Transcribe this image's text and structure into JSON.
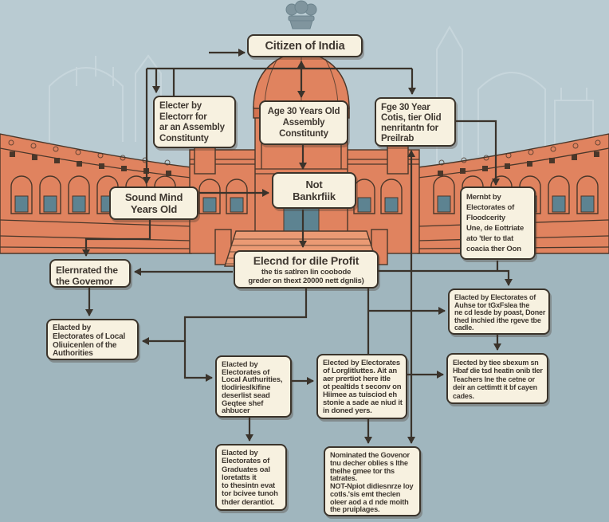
{
  "palette": {
    "sky": "#b9cbd2",
    "plaza": "#a0b6be",
    "building": "#e0835f",
    "building_dark": "#d3714e",
    "building_light": "#ea9a74",
    "window": "#5d8391",
    "outline": "#4a372a",
    "skyline": "#cfdde2",
    "emblem": "#7e939c",
    "box_bg": "#f7f1e0",
    "box_border": "#3b342b",
    "text": "#3f3831",
    "connector": "#3a332b"
  },
  "nodes": [
    {
      "id": "citizen",
      "lines": [
        "Citizen of India"
      ]
    },
    {
      "id": "elector",
      "lines": [
        "Electer by",
        "Electorr for",
        "ar an Assembly",
        "Constitunty"
      ]
    },
    {
      "id": "age30",
      "lines": [
        "Age 30 Years Old",
        "Assembly",
        "Constitunty"
      ]
    },
    {
      "id": "fge30",
      "lines": [
        "Fge 30 Year",
        "Cotis, tier Olid",
        "nenritantn for",
        "Preilrab"
      ]
    },
    {
      "id": "sound-mind",
      "lines": [
        "Sound Mind",
        "Years Old"
      ]
    },
    {
      "id": "not-bankrupt",
      "lines": [
        "Not",
        "Bankrfiik"
      ]
    },
    {
      "id": "members-electorates",
      "lines": [
        "Mernbt by",
        "Electorates of",
        "Floodcerity",
        "Une, de Eottriate",
        "ato 'tler to tlat",
        "coacia ther Oon"
      ]
    },
    {
      "id": "office-of-profit",
      "lines": [
        "Elecnd for dile Profit",
        "the tis satlren lin coobode",
        "greder on thext 20000 nett dgnlis)"
      ]
    },
    {
      "id": "nominated-governor-left",
      "lines": [
        "Elernrated the",
        "the Govemor"
      ]
    },
    {
      "id": "local-authorities-left",
      "lines": [
        "Elacted by",
        "Electorates of Local",
        "Oliuicenlen of the",
        "Authorities"
      ]
    },
    {
      "id": "local-authorities-mid",
      "lines": [
        "Elacted by",
        "Electorates of",
        "Local Authurities,",
        "tlodirieslkifine",
        "deserlist sead",
        "Geqtee shef",
        "ahbucer"
      ]
    },
    {
      "id": "legislatures",
      "lines": [
        "Elected by Electorates",
        "of Lorglitluttes. Ait an",
        "aer prertiot here itle",
        "ot pealtids t seconv on",
        "Hiimee as tuisciod eh",
        "stonie a sade ae niud it",
        "in doned yers."
      ]
    },
    {
      "id": "teachers",
      "lines": [
        "Elected by tiee sbexum sn",
        "Hbaf die tsd heatin onib tIer",
        "Teachers Ine the cetne or",
        "deir an cettimtt it bf cayen",
        "cades."
      ]
    },
    {
      "id": "postal-electorates",
      "lines": [
        "Elacted by Electorates of",
        "Auhse tor tGxFslea the",
        "ne cd lesde by poast, Doner",
        "thed inchied ithe rgeve tbe",
        "cadle."
      ]
    },
    {
      "id": "graduates",
      "lines": [
        "Elacted by",
        "Electorates of",
        "Graduates oal",
        "loretatts it",
        "to thesintn evat",
        "tor bcivee tunoh",
        "thder derantiot."
      ]
    },
    {
      "id": "nominated-governor-bottom",
      "lines": [
        "Nominated the Govenor",
        "tnu decher oblies s lthe",
        "thelhe gmee tor ths",
        "tatrates.",
        "NOT-Npiot didiesnrze loy",
        "cotls.'sis emt theclen",
        "oleer aod a d nde moith",
        "the pruiplages."
      ]
    }
  ]
}
